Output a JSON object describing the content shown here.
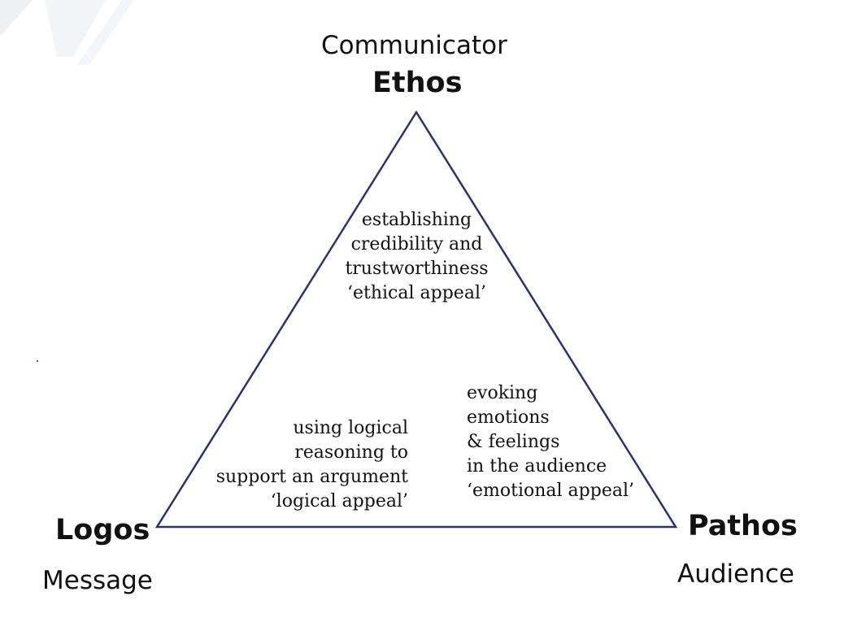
{
  "colors": {
    "triangle_stroke": "#2a3276",
    "text": "#111111",
    "watermark": "#eef0f4"
  },
  "ethos": {
    "role": "Communicator",
    "name": "Ethos",
    "description": [
      "establishing",
      "credibility and",
      "trustworthiness",
      "‘ethical appeal’"
    ]
  },
  "logos": {
    "role": "Message",
    "name": "Logos",
    "description": [
      "using logical",
      "reasoning to",
      "support an argument",
      "‘logical appeal’"
    ]
  },
  "pathos": {
    "role": "Audience",
    "name": "Pathos",
    "description": [
      "evoking",
      "emotions",
      "& feelings",
      "in the audience",
      "‘emotional appeal’"
    ]
  }
}
